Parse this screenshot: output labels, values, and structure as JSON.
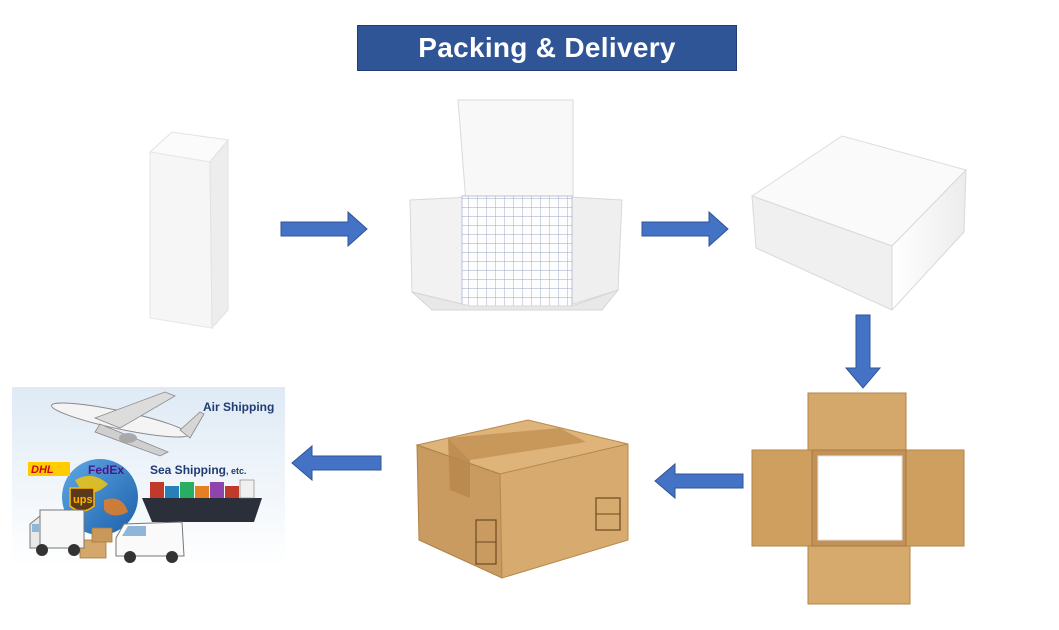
{
  "title": "Packing & Delivery",
  "colors": {
    "title_bg": "#2f5597",
    "arrow": "#4472c4",
    "cardboard": "#d4a76a",
    "white_box": "#f7f7f7"
  },
  "steps": [
    {
      "name": "single-white-box"
    },
    {
      "name": "open-carton-with-grid-divider"
    },
    {
      "name": "closed-white-carton"
    },
    {
      "name": "open-shipping-cardboard-box"
    },
    {
      "name": "sealed-shipping-cardboard-box"
    },
    {
      "name": "delivery-methods-collage"
    }
  ],
  "shipping": {
    "air_label": "Air Shipping",
    "sea_label": "Sea Shipping",
    "sea_suffix": ", etc.",
    "dhl_logo": "DHL",
    "fedex_logo": "FedEx",
    "ups_logo": "ups"
  }
}
